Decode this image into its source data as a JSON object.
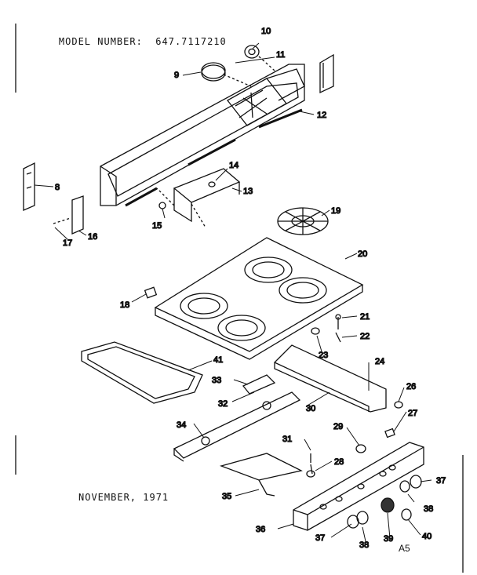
{
  "header": {
    "model_label": "MODEL NUMBER:",
    "model_number": "647.7117210"
  },
  "footer": {
    "date": "NOVEMBER, 1971",
    "code": "A5"
  },
  "callouts": [
    {
      "id": "c10",
      "label": "10"
    },
    {
      "id": "c11",
      "label": "11"
    },
    {
      "id": "c9",
      "label": "9"
    },
    {
      "id": "c12",
      "label": "12"
    },
    {
      "id": "c8",
      "label": "8"
    },
    {
      "id": "c14",
      "label": "14"
    },
    {
      "id": "c13",
      "label": "13"
    },
    {
      "id": "c15",
      "label": "15"
    },
    {
      "id": "c16",
      "label": "16"
    },
    {
      "id": "c17",
      "label": "17"
    },
    {
      "id": "c19",
      "label": "19"
    },
    {
      "id": "c20",
      "label": "20"
    },
    {
      "id": "c18",
      "label": "18"
    },
    {
      "id": "c21",
      "label": "21"
    },
    {
      "id": "c22",
      "label": "22"
    },
    {
      "id": "c23",
      "label": "23"
    },
    {
      "id": "c41",
      "label": "41"
    },
    {
      "id": "c24",
      "label": "24"
    },
    {
      "id": "c26",
      "label": "26"
    },
    {
      "id": "c33",
      "label": "33"
    },
    {
      "id": "c32",
      "label": "32"
    },
    {
      "id": "c30",
      "label": "30"
    },
    {
      "id": "c27",
      "label": "27"
    },
    {
      "id": "c34",
      "label": "34"
    },
    {
      "id": "c29",
      "label": "29"
    },
    {
      "id": "c31",
      "label": "31"
    },
    {
      "id": "c28",
      "label": "28"
    },
    {
      "id": "c37a",
      "label": "37"
    },
    {
      "id": "c38a",
      "label": "38"
    },
    {
      "id": "c35",
      "label": "35"
    },
    {
      "id": "c36",
      "label": "36"
    },
    {
      "id": "c37b",
      "label": "37"
    },
    {
      "id": "c38b",
      "label": "38"
    },
    {
      "id": "c39",
      "label": "39"
    },
    {
      "id": "c40",
      "label": "40"
    }
  ]
}
